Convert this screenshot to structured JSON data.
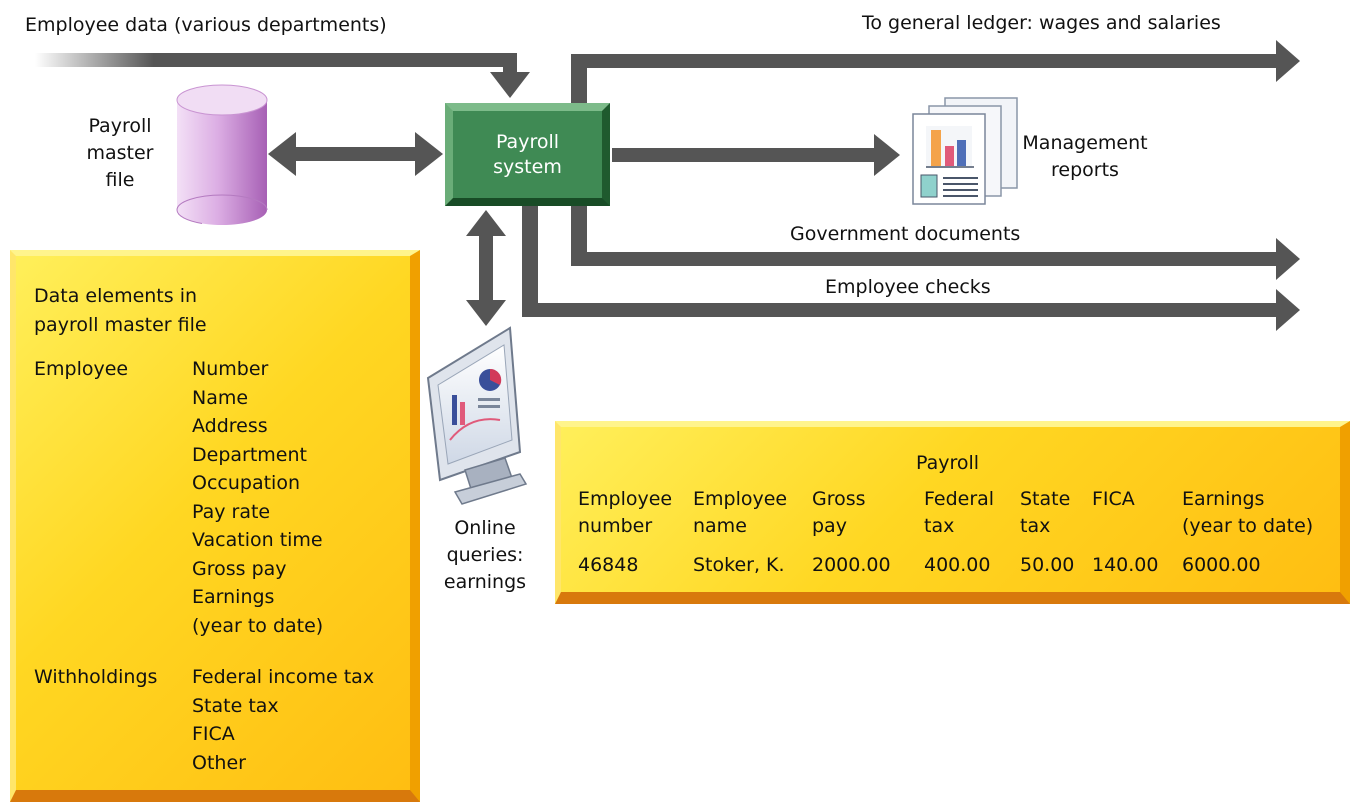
{
  "labels": {
    "employee_data": "Employee data (various departments)",
    "general_ledger": "To general ledger: wages and salaries",
    "master_file": [
      "Payroll",
      "master",
      "file"
    ],
    "payroll_system": [
      "Payroll",
      "system"
    ],
    "management_reports": [
      "Management",
      "reports"
    ],
    "government_documents": "Government documents",
    "employee_checks": "Employee checks",
    "online_queries": [
      "Online",
      "queries:",
      "earnings"
    ]
  },
  "master_file_panel": {
    "title": [
      "Data elements in",
      "payroll master file"
    ],
    "groups": [
      {
        "name": "Employee",
        "items": [
          "Number",
          "Name",
          "Address",
          "Department",
          "Occupation",
          "Pay rate",
          "Vacation time",
          "Gross pay",
          "Earnings",
          "(year to date)"
        ]
      },
      {
        "name": "Withholdings",
        "items": [
          "Federal income tax",
          "State tax",
          "FICA",
          "Other"
        ]
      }
    ]
  },
  "payroll_table": {
    "title": "Payroll",
    "headers": [
      [
        "Employee",
        "number"
      ],
      [
        "Employee",
        "name"
      ],
      [
        "Gross",
        "pay"
      ],
      [
        "Federal",
        "tax"
      ],
      [
        "State",
        "tax"
      ],
      [
        "FICA",
        ""
      ],
      [
        "Earnings",
        "(year to date)"
      ]
    ],
    "row": [
      "46848",
      "Stoker, K.",
      "2000.00",
      "400.00",
      "50.00",
      "140.00",
      "6000.00"
    ]
  },
  "colors": {
    "arrow": "#555555",
    "system_box": "#3f8a54",
    "panel_yellow": "#ffd722",
    "cylinder": "#dba8e3"
  }
}
